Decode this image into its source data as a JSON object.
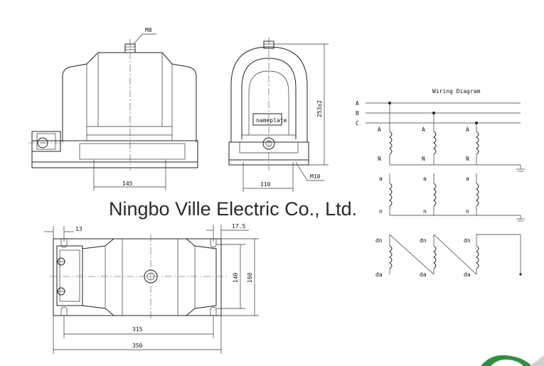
{
  "watermark": "Ningbo Ville Electric Co., Ltd.",
  "front_view": {
    "bolt_label": "M8",
    "width_dim": "145"
  },
  "side_view": {
    "nameplate": "nameplate",
    "height_dim": "253±2",
    "width_dim": "110",
    "screw_label": "M10"
  },
  "top_view": {
    "left_dim": "13",
    "right_dim": "17.5",
    "inner_height": "140",
    "outer_height": "160",
    "hole_spacing": "315",
    "overall_length": "350"
  },
  "wiring_diagram": {
    "title": "Wiring Diagram",
    "phases": [
      "A",
      "B",
      "C"
    ],
    "primary_top": [
      "A",
      "A",
      "A"
    ],
    "primary_bottom": [
      "N",
      "N",
      "N"
    ],
    "secondary_top": [
      "a",
      "a",
      "a"
    ],
    "secondary_bottom": [
      "n",
      "n",
      "n"
    ],
    "residual_top": [
      "dn",
      "dn",
      "dn"
    ],
    "residual_bottom": [
      "da",
      "da",
      "da"
    ]
  }
}
